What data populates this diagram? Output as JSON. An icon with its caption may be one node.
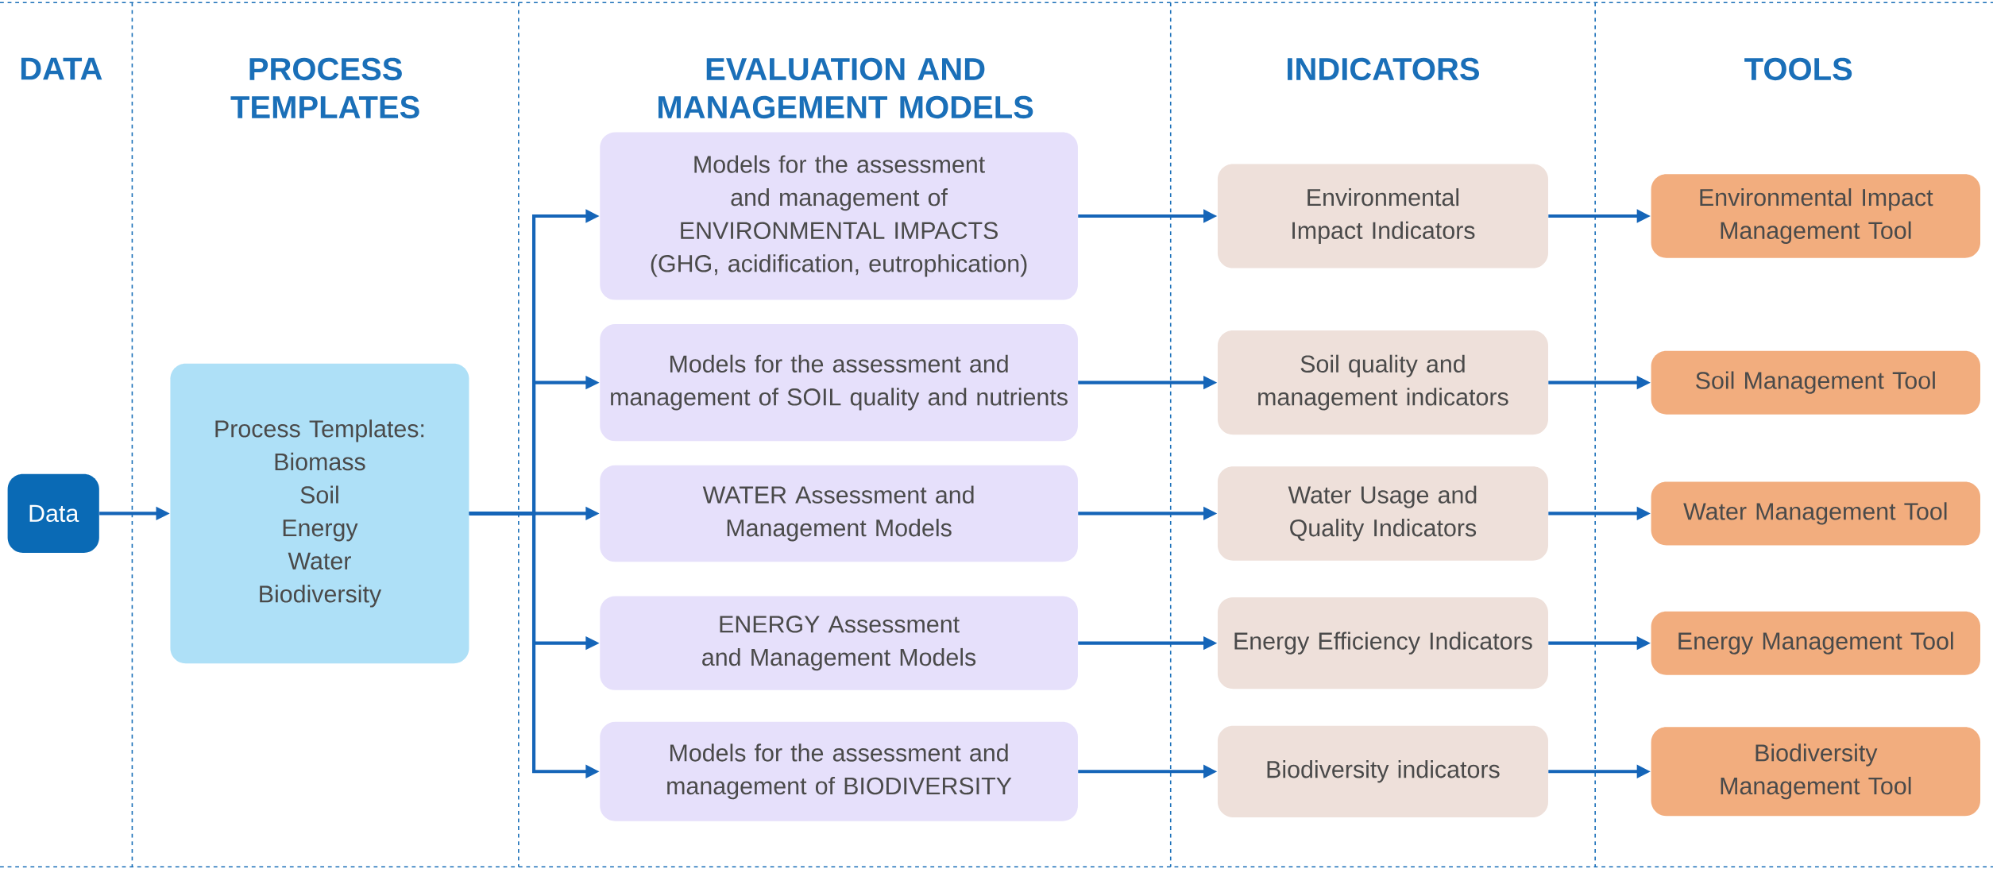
{
  "diagram": {
    "nodes": [
      {
        "text": [
          "Data"
        ]
      },
      {
        "text": [
          "Process Templates:",
          "Biomass",
          "Soil",
          "Energy",
          "Water",
          "Biodiversity"
        ]
      },
      {
        "text": [
          "Models for the assessment and management of ENVIRONMENTAL IMPACTS (GHG, acidification, eutrophication)"
        ]
      },
      {
        "text": [
          "Models for the assessment and management of SOIL quality and nutrients"
        ]
      },
      {
        "text": [
          "WATER Assessment and Management Models"
        ]
      },
      {
        "text": [
          "ENERGY Assessment and Management Models"
        ]
      },
      {
        "text": [
          "Models for the assessment and management of BIODIVERSITY"
        ]
      },
      {
        "text": [
          "Environmental Impact Indicators"
        ]
      },
      {
        "text": [
          "Soil quality and management indicators"
        ]
      },
      {
        "text": [
          "Water Usage and Quality Indicators"
        ]
      },
      {
        "text": [
          "Energy Efficiency Indicators"
        ]
      },
      {
        "text": [
          "Biodiversity indicators"
        ]
      },
      {
        "text": [
          "Environmental Impact Management Tool"
        ]
      },
      {
        "text": [
          "Soil Management Tool"
        ]
      },
      {
        "text": [
          "Water Management Tool"
        ]
      },
      {
        "text": [
          "Energy Management Tool"
        ]
      },
      {
        "text": [
          "Biodiversity Management Tool"
        ]
      }
    ],
    "edges": [
      {
        "from": 0,
        "to": 1,
        "arrow": "to"
      },
      {
        "from": 1,
        "to": 2,
        "arrow": "to"
      },
      {
        "from": 1,
        "to": 3,
        "arrow": "to"
      },
      {
        "from": 1,
        "to": 4,
        "arrow": "to"
      },
      {
        "from": 1,
        "to": 5,
        "arrow": "to"
      },
      {
        "from": 1,
        "to": 6,
        "arrow": "to"
      },
      {
        "from": 2,
        "to": 7,
        "arrow": "to"
      },
      {
        "from": 3,
        "to": 8,
        "arrow": "to"
      },
      {
        "from": 4,
        "to": 9,
        "arrow": "to"
      },
      {
        "from": 5,
        "to": 10,
        "arrow": "to"
      },
      {
        "from": 6,
        "to": 11,
        "arrow": "to"
      },
      {
        "from": 7,
        "to": 12,
        "arrow": "to"
      },
      {
        "from": 8,
        "to": 13,
        "arrow": "to"
      },
      {
        "from": 9,
        "to": 14,
        "arrow": "to"
      },
      {
        "from": 10,
        "to": 15,
        "arrow": "to"
      },
      {
        "from": 11,
        "to": 16,
        "arrow": "to"
      }
    ],
    "labels": [
      "DATA",
      "PROCESS TEMPLATES",
      "EVALUATION AND MANAGEMENT MODELS",
      "INDICATORS",
      "TOOLS"
    ]
  }
}
